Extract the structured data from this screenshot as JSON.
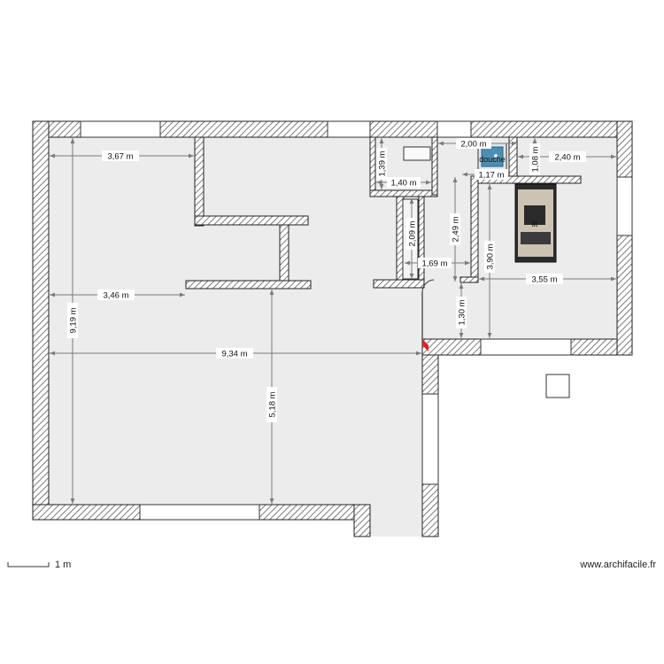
{
  "plan": {
    "dimensions": [
      {
        "id": "d-367",
        "label": "3,67 m"
      },
      {
        "id": "d-346",
        "label": "3,46 m"
      },
      {
        "id": "d-934",
        "label": "9,34 m"
      },
      {
        "id": "d-919",
        "label": "9,19 m"
      },
      {
        "id": "d-518",
        "label": "5,18 m"
      },
      {
        "id": "d-139",
        "label": "1,39 m"
      },
      {
        "id": "d-140",
        "label": "1,40 m"
      },
      {
        "id": "d-200",
        "label": "2,00 m"
      },
      {
        "id": "d-117",
        "label": "1,17 m"
      },
      {
        "id": "d-108",
        "label": "1,08 m"
      },
      {
        "id": "d-240",
        "label": "2,40 m"
      },
      {
        "id": "d-209",
        "label": "2,09 m"
      },
      {
        "id": "d-249",
        "label": "2,49 m"
      },
      {
        "id": "d-169",
        "label": "1,69 m"
      },
      {
        "id": "d-390",
        "label": "3,90 m"
      },
      {
        "id": "d-355",
        "label": "3,55 m"
      },
      {
        "id": "d-130",
        "label": "1,30 m"
      }
    ],
    "rooms": {
      "shower": "douche",
      "bed": "lit"
    }
  },
  "footer": {
    "scale_label": "1 m",
    "site": "www.archifacile.fr"
  }
}
